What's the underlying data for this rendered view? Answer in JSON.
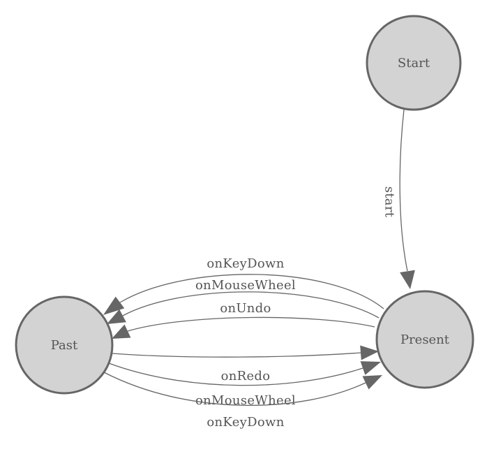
{
  "diagram": {
    "type": "state-machine",
    "background": "#ffffff",
    "colors": {
      "node_fill": "#d3d3d3",
      "node_stroke": "#666666",
      "edge_stroke": "#666666",
      "arrow_fill": "#666666",
      "text": "#555558"
    },
    "nodes": [
      {
        "id": "start",
        "label": "Start"
      },
      {
        "id": "past",
        "label": "Past"
      },
      {
        "id": "present",
        "label": "Present"
      }
    ],
    "edges": [
      {
        "from": "Start",
        "to": "Present",
        "label": "start"
      },
      {
        "from": "Present",
        "to": "Past",
        "label": "onKeyDown"
      },
      {
        "from": "Present",
        "to": "Past",
        "label": "onMouseWheel"
      },
      {
        "from": "Present",
        "to": "Past",
        "label": "onUndo"
      },
      {
        "from": "Past",
        "to": "Present",
        "label": "onRedo"
      },
      {
        "from": "Past",
        "to": "Present",
        "label": "onMouseWheel"
      },
      {
        "from": "Past",
        "to": "Present",
        "label": "onKeyDown"
      }
    ]
  }
}
